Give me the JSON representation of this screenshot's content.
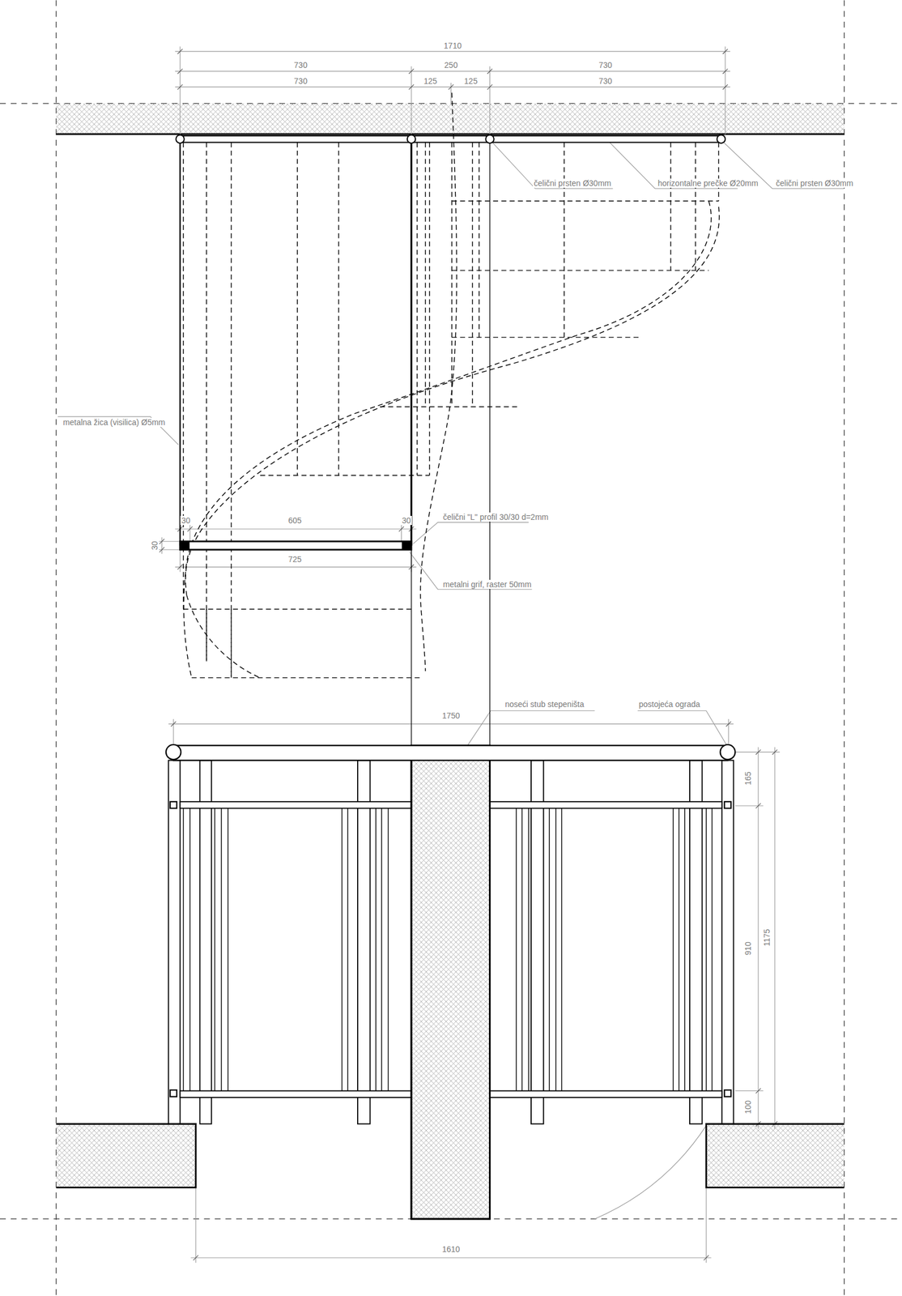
{
  "diagram": {
    "labels": [
      "1710",
      "730",
      "250",
      "730",
      "730",
      "125",
      "125",
      "730",
      "čelični prsten Ø30mm",
      "horizontalne prečke Ø20mm",
      "čelični prsten Ø30mm",
      "metalna žica (visilica) Ø5mm",
      "30",
      "605",
      "30",
      "30",
      "725",
      "čelični \"L\" profil 30/30 d=2mm",
      "metalni grif, raster 50mm",
      "1750",
      "noseći stub stepeništa",
      "postojeća ograda",
      "165",
      "910",
      "1175",
      "100",
      "1610"
    ]
  }
}
